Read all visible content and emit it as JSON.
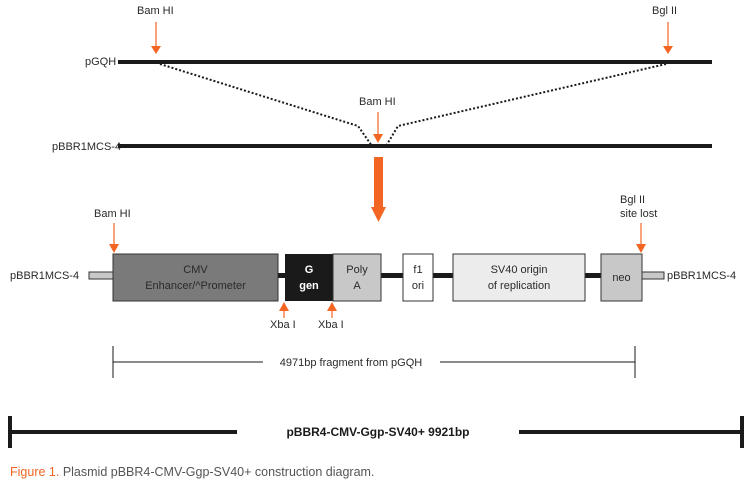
{
  "colors": {
    "arrow": "#f26522",
    "line": "#1a1a1a",
    "cmv_box": "#7a7a7a",
    "ggen_box": "#1a1a1a",
    "polya_box": "#c8c8c8",
    "f1_box": "#ffffff",
    "sv40_box": "#ececec",
    "neo_box": "#c8c8c8",
    "stub": "#c8c8c8"
  },
  "top": {
    "pgqh_label": "pGQH",
    "pbbr_label": "pBBR1MCS-4",
    "bamhi_left": "Bam HI",
    "bglii_right": "Bgl II",
    "bamhi_mid": "Bam HI"
  },
  "construct": {
    "left_label": "pBBR1MCS-4",
    "right_label": "pBBR1MCS-4",
    "bamhi": "Bam HI",
    "bglii_line1": "Bgl II",
    "bglii_line2": "site lost",
    "xba1": "Xba I",
    "xba2": "Xba I",
    "boxes": {
      "cmv": [
        "CMV",
        "Enhancer/^Prometer"
      ],
      "ggen": [
        "G",
        "gen"
      ],
      "polya": [
        "Poly",
        "A"
      ],
      "f1": [
        "f1",
        "ori"
      ],
      "sv40": [
        "SV40 origin",
        "of replication"
      ],
      "neo": [
        "neo"
      ]
    }
  },
  "fragment": {
    "label": "4971bp fragment from pGQH"
  },
  "plasmid": {
    "label": "pBBR4-CMV-Ggp-SV40+ 9921bp"
  },
  "caption": {
    "figure": "Figure 1.",
    "text": " Plasmid pBBR4-CMV-Ggp-SV40+ construction diagram."
  }
}
